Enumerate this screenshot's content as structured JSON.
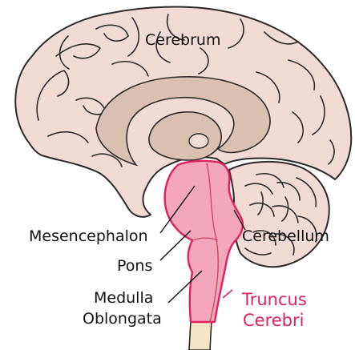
{
  "labels": {
    "cerebrum": "Cerebrum",
    "cerebellum": "Cerebellum",
    "mesencephalon": "Mesencephalon",
    "pons": "Pons",
    "medulla_line1": "Medulla",
    "medulla_line2": "Oblongata",
    "truncus_line1": "Truncus",
    "truncus_line2": "Cerebri"
  },
  "colors": {
    "cerebrum_fill": "#f2dbd5",
    "inner_fill": "#dcbfb3",
    "brainstem_fill": "#f4a6bd",
    "brainstem_outline": "#e0215f",
    "cerebellum_fill": "#f2dbd5",
    "spinal_cord_fill": "#f3e6c7",
    "accent_text": "#e0215f"
  }
}
